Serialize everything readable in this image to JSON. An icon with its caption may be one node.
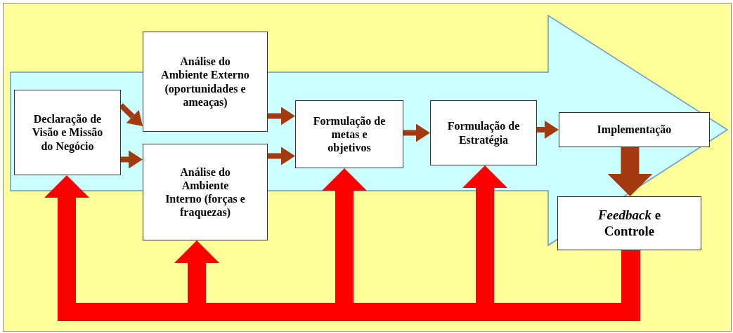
{
  "diagram": {
    "nodes": [
      {
        "text": [
          "Declaração de Visão e Missão do Negócio"
        ]
      },
      {
        "text": [
          "Análise do Ambiente Externo (oportunidades e ameaças)"
        ]
      },
      {
        "text": [
          "Análise do Ambiente Interno (forças e fraquezas)"
        ]
      },
      {
        "text": [
          "Formulação de metas e objetivos"
        ]
      },
      {
        "text": [
          "Formulação de Estratégia"
        ]
      },
      {
        "text": [
          "Implementação"
        ]
      },
      {
        "text": [
          "*Feedback* e Controle"
        ]
      }
    ],
    "edges": [
      {
        "from": 0,
        "to": 1,
        "arrow": "to"
      },
      {
        "from": 0,
        "to": 2,
        "arrow": "to"
      },
      {
        "from": 1,
        "to": 3,
        "arrow": "to"
      },
      {
        "from": 2,
        "to": 3,
        "arrow": "to"
      },
      {
        "from": 3,
        "to": 4,
        "arrow": "to"
      },
      {
        "from": 4,
        "to": 5,
        "arrow": "to"
      },
      {
        "from": 5,
        "to": 6,
        "arrow": "to",
        "style": "thick"
      },
      {
        "from": 6,
        "to": 0,
        "arrow": "to",
        "style": "thick",
        "color": "#ff0000"
      },
      {
        "from": 6,
        "to": 2,
        "arrow": "to",
        "style": "thick",
        "color": "#ff0000"
      },
      {
        "from": 6,
        "to": 3,
        "arrow": "to",
        "style": "thick",
        "color": "#ff0000"
      },
      {
        "from": 6,
        "to": 4,
        "arrow": "to",
        "style": "thick",
        "color": "#ff0000"
      },
      {
        "from": 0,
        "to": 5,
        "arrow": "to",
        "color": "#ccffff"
      }
    ]
  }
}
